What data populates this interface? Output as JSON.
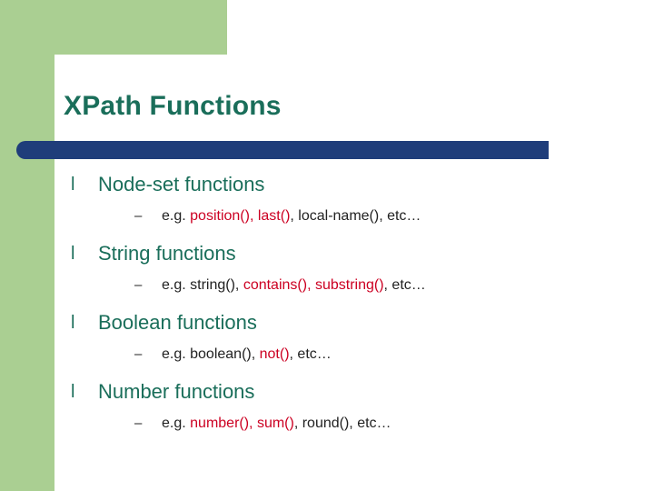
{
  "slide": {
    "title": "XPath Functions",
    "colors": {
      "title_text": "#1a6e5a",
      "bar": "#1f3d7a",
      "band": "#aacf92",
      "highlight": "#cc0022",
      "body_text": "#222222"
    },
    "bullet_glyph": "l",
    "sub_bullet_glyph": "–",
    "items": [
      {
        "label": "Node-set functions",
        "sub": {
          "prefix": "e.g. ",
          "highlight": "position(), last()",
          "suffix": ", local-name(), etc…"
        }
      },
      {
        "label": "String functions",
        "sub": {
          "prefix": "e.g. string(), ",
          "highlight": "contains(), substring()",
          "suffix": ", etc…"
        }
      },
      {
        "label": "Boolean functions",
        "sub": {
          "prefix": "e.g. boolean(), ",
          "highlight": "not()",
          "suffix": ", etc…"
        }
      },
      {
        "label": "Number functions",
        "sub": {
          "prefix": "e.g. ",
          "highlight": "number(), sum()",
          "suffix": ", round(), etc…"
        }
      }
    ]
  }
}
